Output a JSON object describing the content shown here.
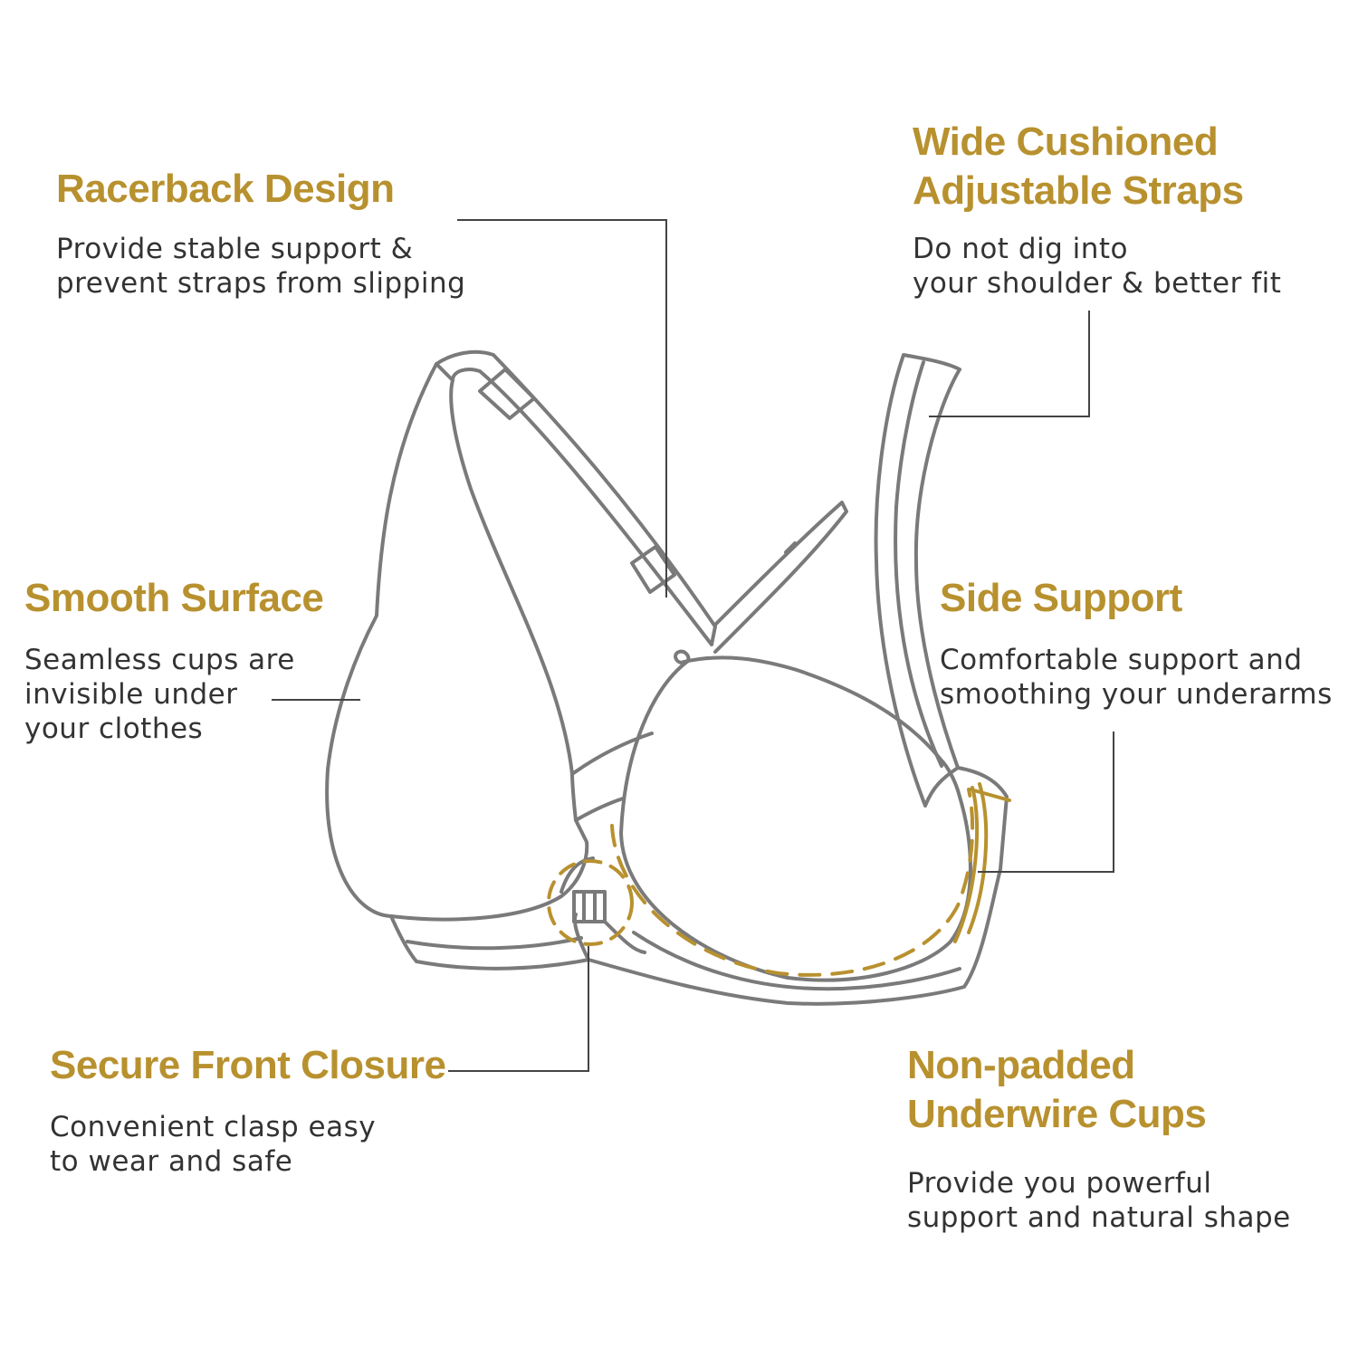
{
  "colors": {
    "accent": "#B8912F",
    "text": "#333333",
    "outline": "#7a7a7a",
    "leader": "#444444"
  },
  "features": {
    "racerback": {
      "title": "Racerback Design",
      "description": "Provide stable support &\nprevent straps from slipping"
    },
    "straps": {
      "title": "Wide Cushioned\nAdjustable Straps",
      "description": "Do not dig into\nyour shoulder & better fit"
    },
    "smooth_surface": {
      "title": "Smooth Surface",
      "description": "Seamless cups are\ninvisible under\nyour clothes"
    },
    "side_support": {
      "title": "Side Support",
      "description": "Comfortable support and\nsmoothing your underarms"
    },
    "front_closure": {
      "title": "Secure Front Closure",
      "description": "Convenient clasp easy\nto wear and safe"
    },
    "underwire": {
      "title": "Non-padded\nUnderwire Cups",
      "description": "Provide you powerful\nsupport and natural shape"
    }
  }
}
